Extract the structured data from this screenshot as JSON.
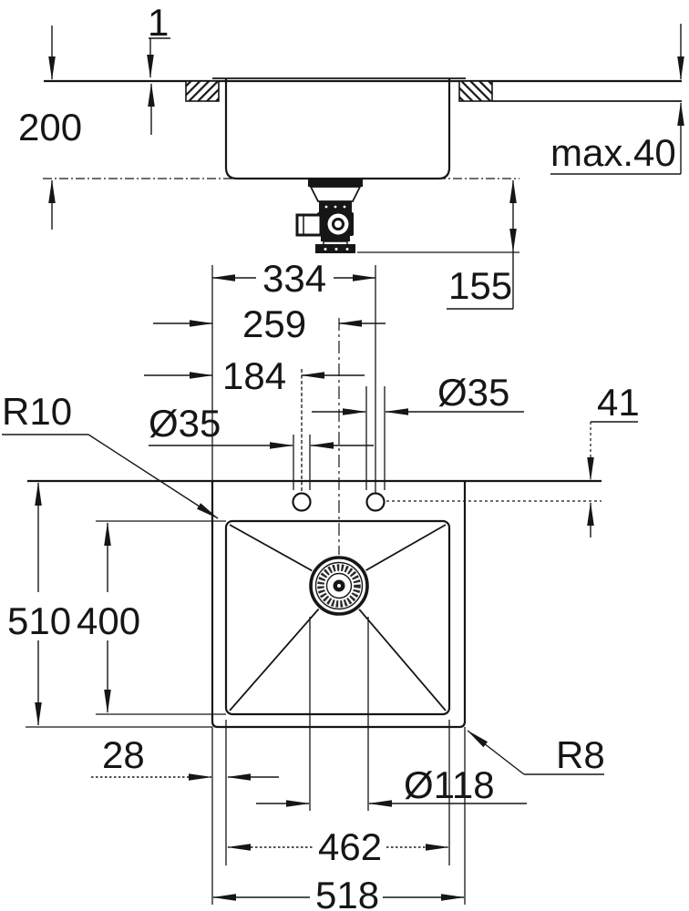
{
  "drawing": {
    "type": "sink installation dimensional drawing",
    "colors": {
      "line": "#161616",
      "background": "#ffffff"
    },
    "labels": {
      "rim_height": "1",
      "bowl_depth": "200",
      "countertop_thickness": "max.40",
      "undersink_clearance": "155",
      "faucet_hole_right_offset": "334",
      "centerline_offset": "259",
      "faucet_hole_left_offset": "184",
      "faucet_hole_left_diameter": "Ø35",
      "faucet_hole_right_diameter": "Ø35",
      "faucet_hole_inset": "41",
      "bowl_corner_radius": "R10",
      "sink_depth": "510",
      "bowl_depth_plan": "400",
      "bowl_side_inset": "28",
      "sink_corner_radius": "R8",
      "drain_diameter": "Ø118",
      "bowl_width": "462",
      "sink_width": "518"
    }
  }
}
